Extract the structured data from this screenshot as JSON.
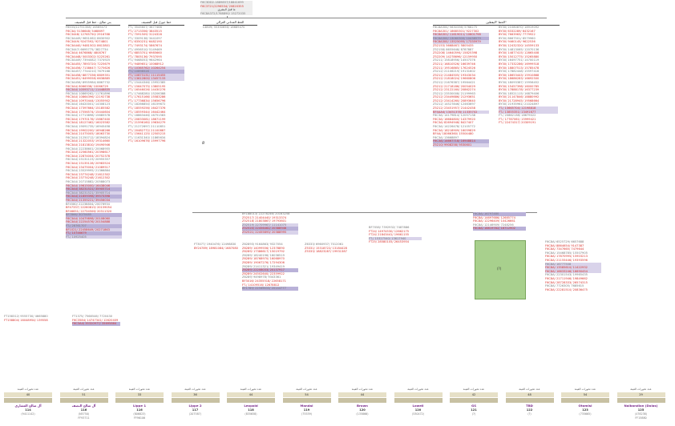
{
  "root": {
    "lines": [
      "F6C3DD2-1889857/18841699",
      "F6C3721/2296534/ 20820355",
      "ما قبل البشرى",
      "F6C8A372/1768890/ 15272035"
    ]
  },
  "groups": {
    "g1_header": "بني صالح - خط قبل التصنيف",
    "g2_header": "خط جوزل قبل التصنيف",
    "g3_header": "الخط العدناني الغرالي",
    "g4_header": "الخط \"اليقطين\""
  },
  "columns": {
    "c1": [
      "F6533/22751358/ 16569473",
      "F6C3A/ 5136648/ 5468697",
      "F6C3448/ 12765750/ 2916788",
      "F6C3A449/ 9651062/ 8630902",
      "F6C3449/ 9247592/ 9274801",
      "F6C3A440/ 9481502/ 8613801",
      "F6C3447/ 6695775/ 3827734",
      "F6C3A4/ 4676868/ 4808767",
      "F6C3A448/ 5003302/ 5225261",
      "F6C3A449/ 7394082/ 7374925",
      "F6C3A455/ 7893720/ 7225679",
      "F6C3A456/ 7138647/ 7275626",
      "F6C3A457/ 7744210/ 7679168",
      "F6C3A458/ 8877336/ 8809351",
      "F6C3A451/ 6499558/ 6638885",
      "F6C3A456/ 8955984/ 8867732",
      "F6C3A4/ 8066338/ 10066729",
      "F6C3A4/ 10593711/ 11448835",
      "F6C3A4/ 10869262/ 11761896",
      "F6C3A4/ 10864396/ 12192738",
      "F6C3A4/ 10970444/ 13055902",
      "F6C3A4/ 16420001/ 14308123",
      "F6C3A4/ 17397664/ 15185582",
      "F6C3A4/ 17556574/ 15444604",
      "F6C3A4/ 17713898/ 15685578",
      "F6C3A4/ 17970176/ 15867400",
      "F6C3A4/ 18127462/ 16023582",
      "F6C3A4/ 19091735/ 16945458",
      "F6C3A4/ 19902200/ 16948266",
      "F6C3A4/ 21075005/ 18063730",
      "F6C3A4/ 21250712/ 18394824",
      "F6C3A4/ 21322053/ 19314660",
      "F6C3A4/ 21813810/ 19490946",
      "F6C3A4/ 22238601/ 20068955",
      "F6C3A4/ 22560561/ 20398617",
      "F6C3A4/ 22874004/ 20752378",
      "F6C3A4/ 23131123/ 20955357",
      "F6C3A4/ 23135128/ 20983524",
      "F6C3A4/ 23475004/ 21089517",
      "F6C3A4/ 23529995/ 21366864",
      "F6C3A4/ 23774248/ 21612302",
      "F6C3A4/ 23774248/ 21612302",
      "F6C3A4/ 20715882/ 20588073",
      "F6C3A4/ 19615000/ 16438046",
      "F6C3A4/ 38231521/ 35905714",
      "F6C3A4/ 38231521/ 35905714",
      "F6C3A4/ 21859398/ 39573398",
      "F6C3A4/ 21355221/ 39456034",
      "BF4580/ 22238804/ 20076934",
      "BF47337/ 22260815/ 20159054",
      "BF46651/ 22734506/ 20311320",
      "BF7866/ 3070485",
      "F6C3A4/ 10479898/ 20108060",
      "F6C3A4/ 22254576/ 20154888",
      "FT-/ 28761707",
      "BF1021/ 22458649/ 20271863",
      "FT-/ 10746679",
      "FT-/ 10925405"
    ],
    "c1b": [
      "FT158312/ 9555730/ 4665880",
      "FT158804/ 16048954/ 13955874"
    ],
    "c1c": [
      "FT1375/ 7568546/ 7720430",
      "F6C3584/ 14747341/ 12620409",
      "F6C3A4/ 35320977/ 35695864"
    ],
    "c2": [
      "FT-/ 3545607/ 3677466",
      "FT-/ 2713356/ 3843515",
      "FT-/ 7091509/ 3124328",
      "FT-/ 3309138/ 3441097",
      "FT-/ 6350231/ 6482190",
      "FT-/ 7493174/ 5867674",
      "FT-/ 4956510/ 5149469",
      "FT-/ 6853701/ 6985660",
      "FT-/ 7805136/ 7937095",
      "FT-/ 9468053/ 9642964",
      "FT-/ 9489651/ 10068912",
      "FT-/ 10365762/ 10264254",
      "FT-/ 10898528",
      "FT-/ 10873131/ 11115455",
      "FT-/ 13612800/ 13457133",
      "FT-/ 15444346/ 15952385",
      "FT-/ 15647075/ 13805195",
      "FT-/ 16546026/ 14430276",
      "FT-/ 17468280/ 15206388",
      "FT-/ 17615166/ 15583286",
      "FT-/ 17736834/ 15656796",
      "FT-/ 18266854/ 16159672",
      "FT-/ 18559256/ 16427376",
      "FT-/ 18559344/ 16442464",
      "FT-/ 18863446/ 16751583",
      "FT-/ 20833081/ 18671199",
      "FT-/ 21596160/ 19634279",
      "FT-/ 21272697/ 21110851",
      "FT-/ 20482772/ 21100887",
      "FT-/ 15641125/ 12505215",
      "FT-/ 11631340/ 11865634",
      "FT-/ 16109676/ 15997796"
    ],
    "c3": [
      "L4809/ 35330656/ 18689470"
    ],
    "c4a": [
      "F6C8A300/ 5630336/ 5768275",
      "F6C8A301/ 18685301/ 9227302",
      "F6C8A301/ 11619011/ 10601798",
      "F6C8A300/ 13060300/ 10438579",
      "F6C8A300/ 13525095/ 17335979",
      "Z52153/ 5668467/ 5805435",
      "Z52158/ 8655648/ 8787887",
      "Z52208/ 14640594/ 15825398",
      "Z52209/ 14278696/ 12159950",
      "Z5211/ 15818956/ 14507376",
      "Z5211/ 16810526/ 16639746",
      "Z5211/ 19516865/ 17624526",
      "Z5212/ 21106219/ 19131602",
      "Z5212/ 21484505/ 19343034",
      "Z5212/ 21818024/ 19660806",
      "Z5212/ 21676387/ 19564421",
      "Z5212/ 21718186/ 20054029",
      "Z5212/ 23122160/ 20862274",
      "Z5212/ 23530008/ 21199963",
      "Z5212/ 23449886/ 21293651",
      "Z5212/ 23414260/ 20893640",
      "Z5212/ 14527846/ 12463697",
      "Z5212/ 23451957/ 21442458",
      "BF4AA4/ 13451378/ 11335702",
      "F6C3A/ 14179814/ 12057138",
      "F6C3A/ 16684800/ 14379920",
      "F6C3A/ 82694948/ 8427407",
      "F6C3A/ 14226478/ 12105772",
      "F6C3A/ 18218909/ 16059829",
      "BF4A/ 18066360/ 15504480",
      "F6C3A/ 13668897",
      "F6C3A/ 14667718/ 16948814",
      "Z5210/ 9908258/ 9530601"
    ],
    "c4b": [
      "BY30/ 21080870/ 18919092",
      "BY30/ 6332289/ 6432167",
      "BY30/ 7663963/ 7779922",
      "BY30/ 8667501/ 8579960",
      "BY30/ 9460145/ 9622536",
      "BY30/ 12432320/ 14559133",
      "BY30/ 14813065/ 12070136",
      "BY30/ 14877415/ 12865408",
      "BY30/ 15012775/ 15265880",
      "BY30/ 16497751/ 14700119",
      "BY30/ 17332286/ 16999518",
      "BY30/ 18807513/ 15785478",
      "BY30/ 17882448/ 15597416",
      "BY30/ 18653443/ 15910868",
      "BY30/ 18686283/ 16692500",
      "BY30/ 18093387/ 15956452",
      "BY30/ 15457398/ 16000785",
      "BY30/ 17888178/ 16377239",
      "BY30/ 18521115/ 16879406",
      "BY30/ 21147846/ 18880992",
      "BY30/ 21728945/ 19568664",
      "BY30/ 21935961/ 21024897",
      "FT-/ 13665704/ 12198818",
      "FT-/ 13855351/ 13491677",
      "FT-/ 20862138/ 18679022",
      "FT-/ 17787061/ 15999421",
      "FT-/ 22474317/ 20309191"
    ],
    "c5a": [
      "BY188013/ 22278246/ 20163258",
      "Z52517/ 21404440/ 19313374",
      "Z52518/ 21803867/ 19793601",
      "Z52519/ 22709967/ 11141075",
      "Z52520/ 22456462/ 20388946",
      "Z52521/ 22455893/ 20388995"
    ],
    "c5b": [
      "FT3077/ 1940476/ 12498830",
      "BY24789/ 18981084/ 16870804"
    ],
    "c5c": [
      "Z62893/ 9164863/ 9327054",
      "Z6289/ 14099556/ 12378890",
      "Z6289/ 17386617/ 15019792",
      "Z6289/ 18240196/ 16036519",
      "Z6289/ 18768970/ 16068970",
      "Z6289/ 19067276/ 17294306",
      "Z6289/ 21411321/ 19349419",
      "Z6289/ 22208033/ 20137917",
      "Z6289/ 24502640/ 22359922",
      "Z6289/ 9498978/ 9343361",
      "BF3016/ 24355518/ 22658171",
      "FT-/ 14109516/ 12678812",
      "BY1789/ 22569633/ 20144777"
    ],
    "c5d": [
      "Z6333/ 6960937/ 7012061",
      "Z5331/ 15318722/ 13184428",
      "Z5333/ 18823287/ 19931387"
    ],
    "c6a": [
      "BF7058/ 7392932/ 7487886",
      "FT24/ 14974530/ 12662175",
      "FT24/ 21843441/ 19661155",
      "FT-/ 15327540/ 13617940",
      "FT25/ 28580105/ 26453954"
    ],
    "c6b": [
      "F6C8A/ 16797480",
      "F6C8A/ 14697686/ 12685774",
      "F6C8A/ 12296409/ 10426661",
      "F6C8A/ 12146909/ 7248256",
      "F6C8A/ 18819782/ 16712902"
    ],
    "c7": [
      "F6C8A/ 6525729/ 6657688",
      "F6C8A/ 8864654/ 9147387",
      "F6C8A/ 7347665/ 7479644",
      "F6C8A/ 15468785/ 15507905",
      "F6C8A/ 17870995/ 15903213",
      "F6C8A/ 21155446/ 19393596",
      "F6C8A/ 16777508",
      "F6C8A/ 13585610/ 11422932",
      "F6C8A/ 16633246/ 16690454",
      "F6C8A/ 22301543/ 19965435",
      "F6C8A/ 21711946/ 19849662",
      "F6C8A/ 28728333/ 26574315",
      "F6C8A/ 7726305/ 7685615",
      "F6C8A/ 22281510/ 20836475"
    ]
  },
  "small_marks": {
    "o_mark": "Ø",
    "q_mark1": "(?)",
    "q_mark2": "(?)"
  },
  "footer": [
    {
      "header": "عدد تحورات العينة",
      "count": "40",
      "name": "آل صالح العشاري",
      "id": "114",
      "sub": "(9411142)"
    },
    {
      "header": "عدد تحورات العينة",
      "count": "51",
      "name": "آل صالح النصف",
      "id": "116",
      "sub": "(N5750)",
      "extra": "FF93711"
    },
    {
      "header": "عدد تحورات العينة",
      "count": "33",
      "name": "Lippe 1",
      "id": "116",
      "sub": "(806823)",
      "extra": "FF96106"
    },
    {
      "header": "عدد تحورات العينة",
      "count": "36",
      "name": "Lippe 2",
      "id": "117",
      "sub": "(207587)"
    },
    {
      "header": "عدد تحورات العينة",
      "count": "44",
      "name": "Leopold",
      "id": "118",
      "sub": "(835658)"
    },
    {
      "header": "عدد تحورات العينة",
      "count": "54",
      "name": "Mandal",
      "id": "119",
      "sub": "(75539)"
    },
    {
      "header": "عدد تحورات العينة",
      "count": "44",
      "name": "Brown",
      "id": "120",
      "sub": "(135866)"
    },
    {
      "header": "عدد تحورات العينة",
      "count": "",
      "name": "Lowell",
      "id": "120",
      "sub": "(530472)"
    },
    {
      "header": "عدد تحورات العينة",
      "count": "42",
      "name": "GS",
      "id": "121",
      "sub": "(?)"
    },
    {
      "header": "عدد تحورات العينة",
      "count": "48",
      "name": "TBD",
      "id": "122",
      "sub": "(?)"
    },
    {
      "header": "عدد تحورات العينة",
      "count": "54",
      "name": "Otomisi",
      "id": "123",
      "sub": "(735665)"
    },
    {
      "header": "عدد تحورات العينة",
      "count": "29",
      "name": "Nalbandian (Dolas)",
      "id": "125",
      "sub": "(478238)",
      "extra": "FF15880"
    }
  ],
  "colors": {
    "accent_red": "#d8302a",
    "highlight_purple": "#b9b1d8",
    "green_box": "#a8d08d",
    "footer_box": "#c8c1a3"
  }
}
